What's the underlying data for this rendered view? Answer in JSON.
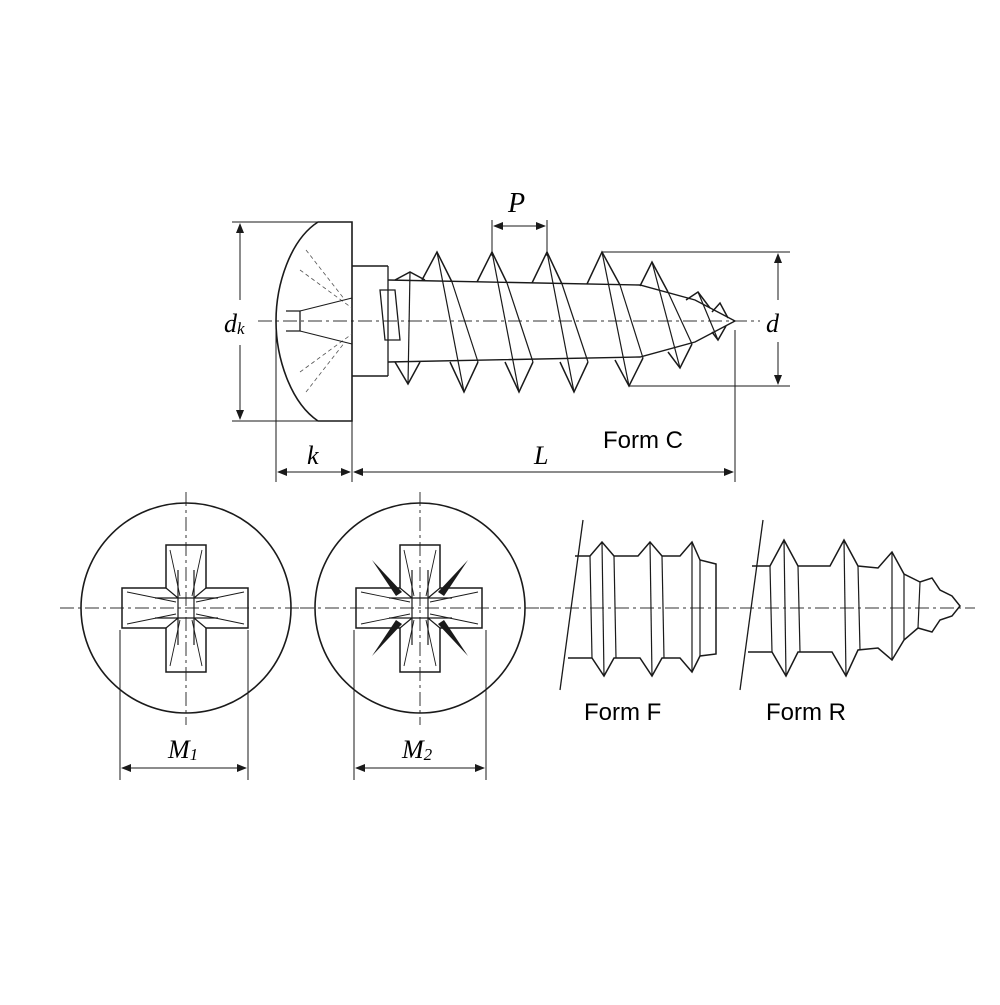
{
  "labels": {
    "dk_main": "d",
    "dk_sub": "k",
    "k": "k",
    "P": "P",
    "L": "L",
    "d": "d",
    "M1_main": "M",
    "M1_sub": "1",
    "M2_main": "M",
    "M2_sub": "2",
    "form_c": "Form C",
    "form_f": "Form F",
    "form_r": "Form R"
  },
  "colors": {
    "line": "#1a1a1a",
    "background": "#ffffff"
  }
}
